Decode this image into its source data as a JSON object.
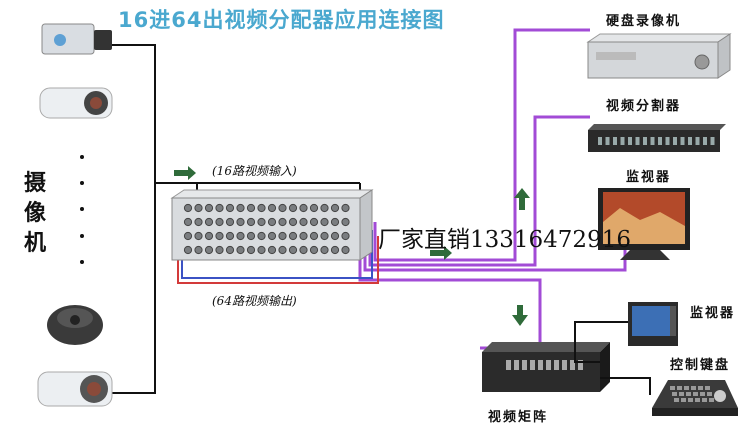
{
  "title": "16进64出视频分配器应用连接图",
  "labels": {
    "dvr": "硬盘录像机",
    "splitter": "视频分割器",
    "monitor_top": "监视器",
    "matrix": "视频矩阵",
    "monitor_bottom": "监视器",
    "keyboard": "控制键盘",
    "cameras": "摄像机"
  },
  "io_labels": {
    "input": "(16路视频输入)",
    "output": "(64路视频输出)"
  },
  "watermark": "厂家直销13316472916",
  "colors": {
    "title": "#4aa8cf",
    "wire_black": "#111111",
    "wire_purple": "#a24bd6",
    "wire_blue": "#3b52c4",
    "wire_red": "#d33a3a",
    "arrow_green": "#2f6b3a"
  }
}
